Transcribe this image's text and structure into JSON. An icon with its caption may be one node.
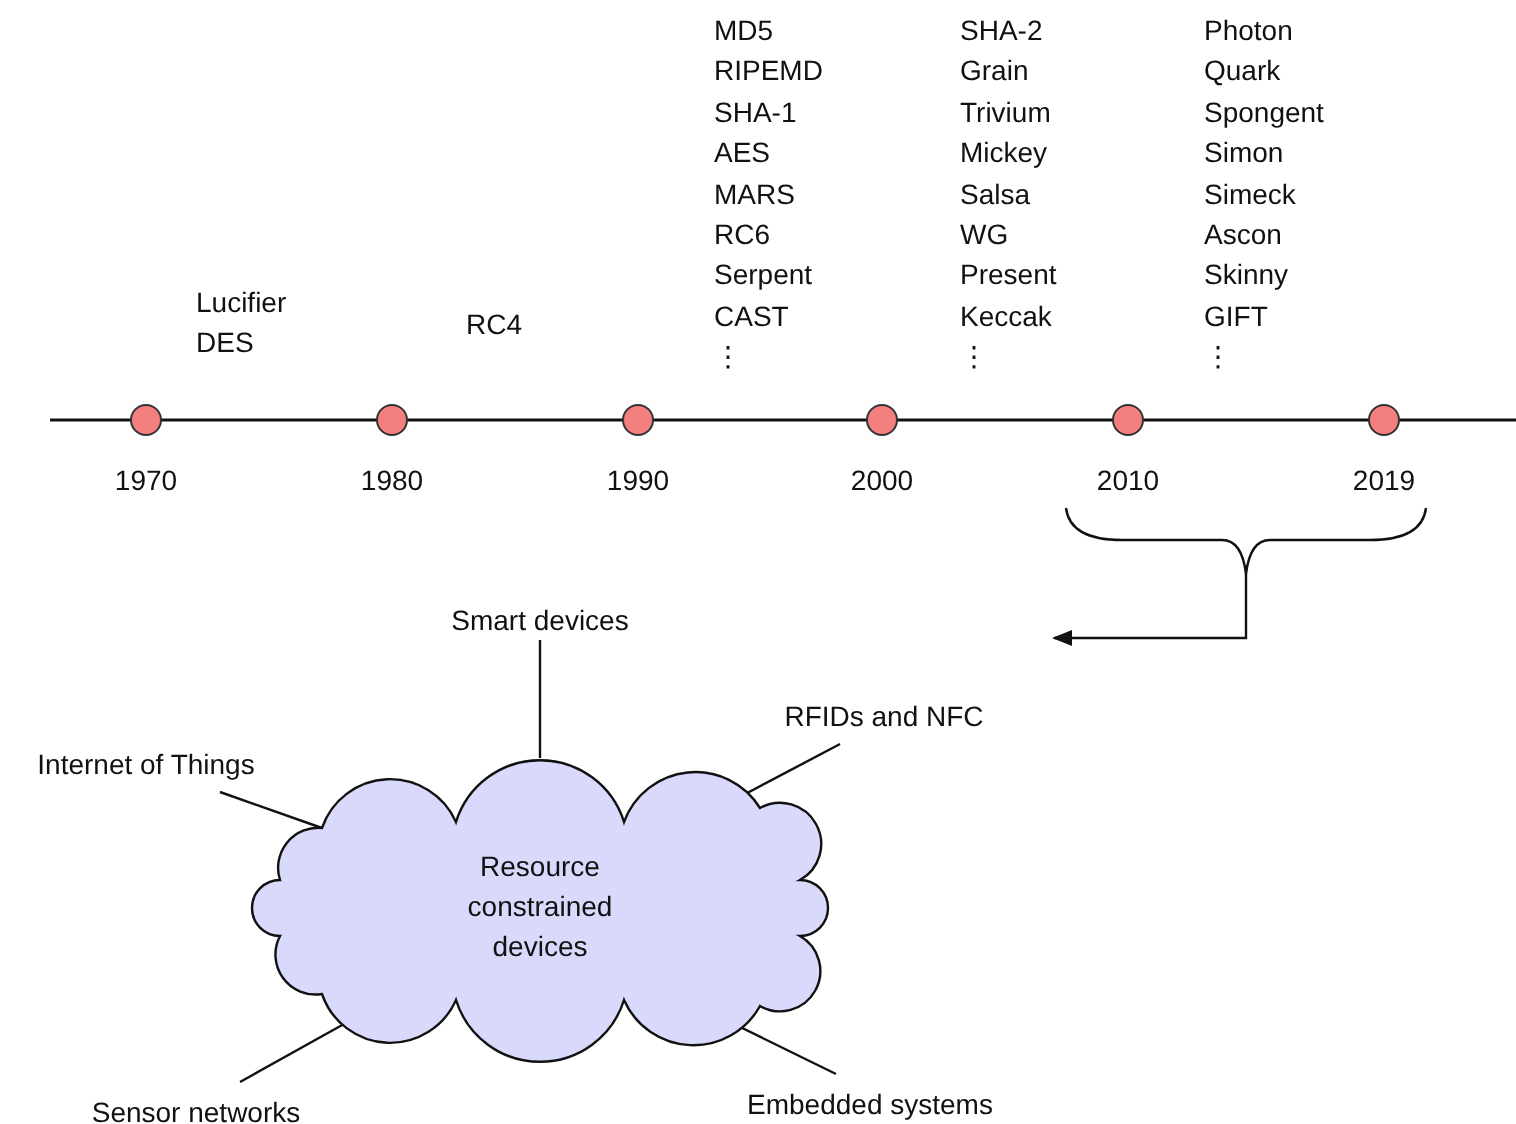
{
  "diagram": {
    "nodes": [
      {
        "text": [
          "Resource constrained devices"
        ]
      },
      {
        "text": [
          "Smart devices"
        ]
      },
      {
        "text": [
          "Internet of Things"
        ]
      },
      {
        "text": [
          "RFIDs and NFC"
        ]
      },
      {
        "text": [
          "Sensor networks"
        ]
      },
      {
        "text": [
          "Embedded systems"
        ]
      },
      {
        "text": [],
        "shape": "bracket"
      }
    ],
    "edges": [
      {
        "from": 1,
        "to": 0,
        "arrow": "none"
      },
      {
        "from": 2,
        "to": 0,
        "arrow": "none"
      },
      {
        "from": 3,
        "to": 0,
        "arrow": "none"
      },
      {
        "from": 4,
        "to": 0,
        "arrow": "none"
      },
      {
        "from": 5,
        "to": 0,
        "arrow": "none"
      },
      {
        "from": 6,
        "to": null,
        "arrow": "to"
      }
    ],
    "labels": [
      "Lucifier",
      "DES",
      "RC4",
      "MD5",
      "RIPEMD",
      "SHA-1",
      "AES",
      "MARS",
      "RC6",
      "Serpent",
      "CAST",
      "⋮",
      "SHA-2",
      "Grain",
      "Trivium",
      "Mickey",
      "Salsa",
      "WG",
      "Present",
      "Keccak",
      "⋮",
      "Photon",
      "Quark",
      "Spongent",
      "Simon",
      "Simeck",
      "Ascon",
      "Skinny",
      "GIFT",
      "⋮",
      "1970",
      "1980",
      "1990",
      "2000",
      "2010",
      "2019"
    ]
  }
}
